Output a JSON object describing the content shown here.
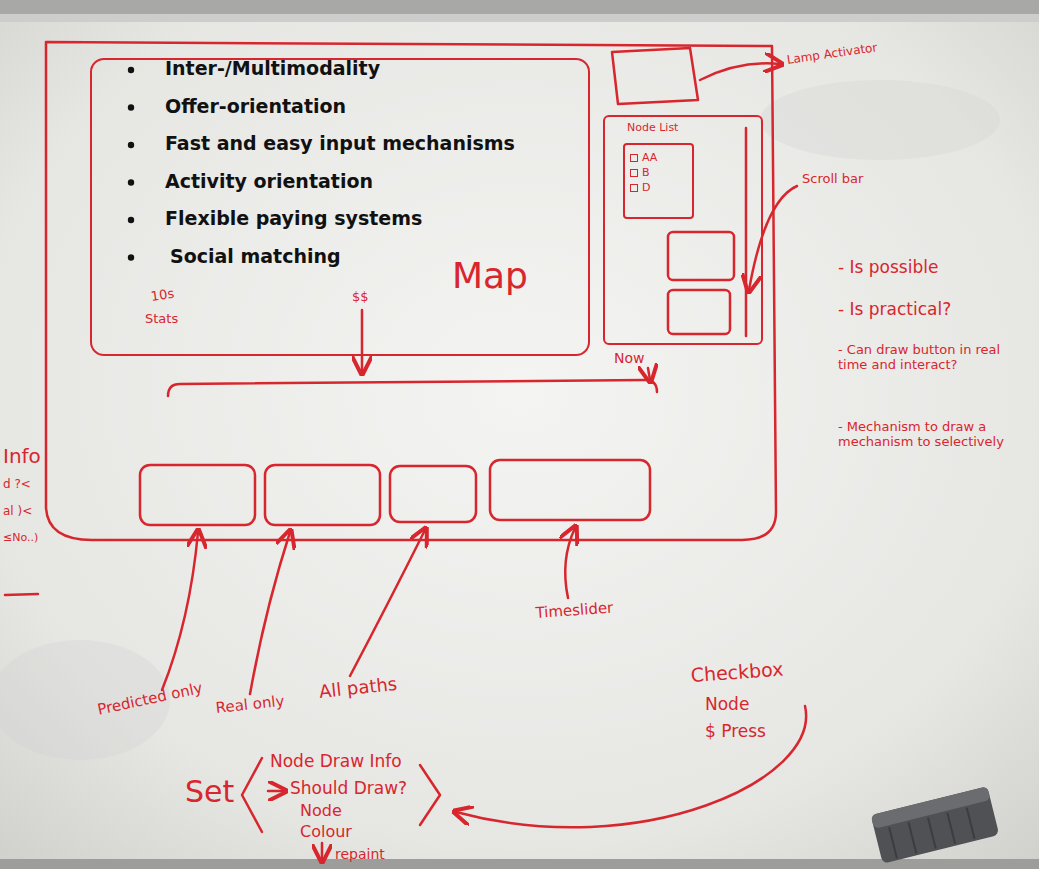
{
  "diagram": {
    "nodes": [
      {
        "text": [
          "Map"
        ]
      },
      {
        "text": [
          "Node List"
        ]
      },
      {
        "text": [
          "AA",
          "B",
          "D"
        ],
        "in": 1
      }
    ],
    "labels": [
      "Inter-/Multimodality",
      "Offer-orientation",
      "Fast and easy input mechanisms",
      "Activity orientation",
      "Flexible paying systems",
      "Social matching",
      "Lamp Activator",
      "Scroll bar",
      "10s",
      "Stats",
      "$$",
      "Now",
      "Info",
      "d ?<",
      "al )<",
      "≤No..)",
      "- Is possible",
      "- Is practical?",
      "- Can draw button in real time and interact?",
      "- Mechanism to draw a mechanism to selectively",
      "Predicted only",
      "Real only",
      "All paths",
      "Timeslider",
      "Checkbox",
      "Node",
      "$ Press",
      "Set",
      "Node Draw Info",
      "Should Draw?",
      "Node",
      "Colour",
      "repaint"
    ]
  }
}
